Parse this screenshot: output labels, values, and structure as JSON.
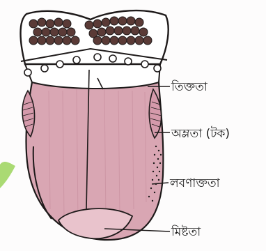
{
  "labels": {
    "bitter": "তিক্ততা",
    "sour": "অম্লতা (টক)",
    "salty": "লবণাক্ততা",
    "sweet": "মিষ্টতা"
  },
  "colors": {
    "tongue_fill": "#d9a6b3",
    "tongue_edge": "#c58a9a",
    "outline": "#1e1a1a",
    "papilla_dark": "#5a3a36",
    "tip_fill": "#e9c3cc",
    "leaf_accent": "#9bd35a"
  }
}
